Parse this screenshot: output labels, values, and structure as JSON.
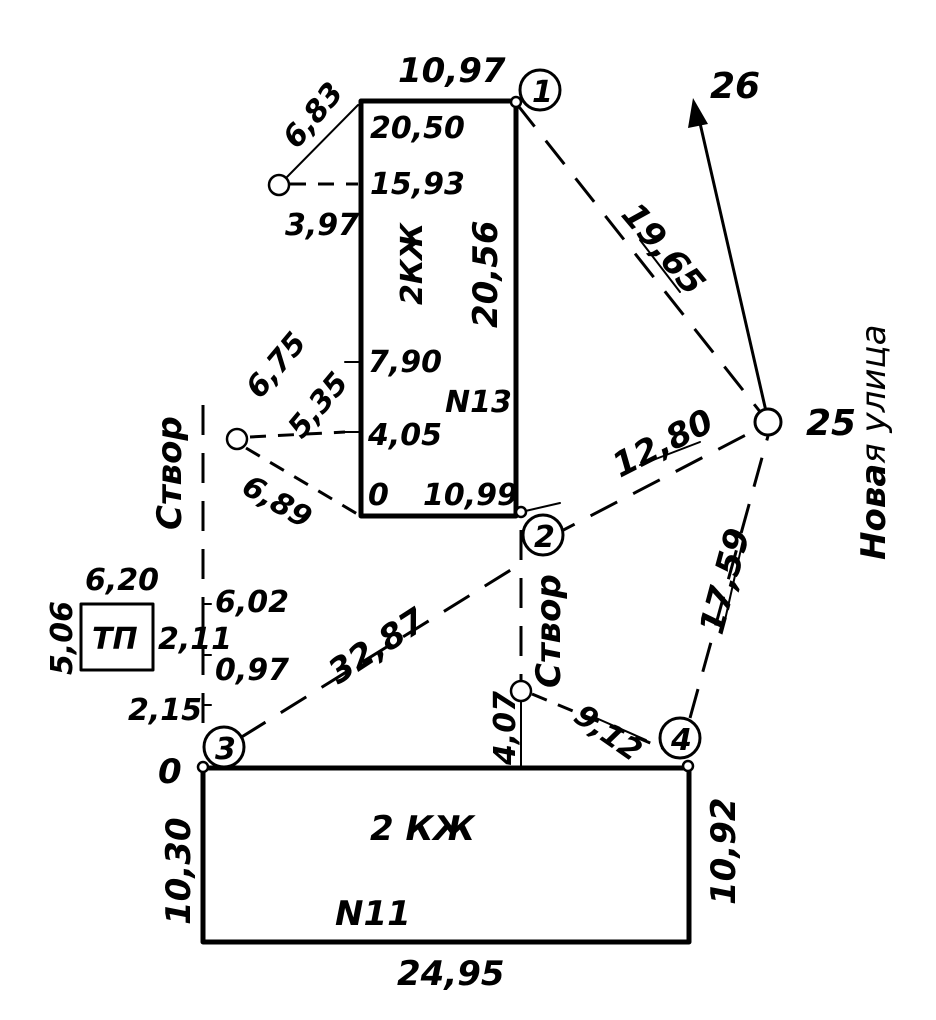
{
  "buildings": {
    "upper": {
      "type": "2КЖ",
      "number": "N13",
      "width": "10,97",
      "length": "20,56"
    },
    "lower": {
      "type": "2 КЖ",
      "number": "N11",
      "width_left": "10,30",
      "width_right": "10,92",
      "length": "24,95"
    },
    "tp": {
      "name": "ТП",
      "width": "6,20",
      "height": "5,06",
      "side": "2,11"
    }
  },
  "stations": {
    "p1": "1",
    "p2": "2",
    "p3": "3",
    "p4": "4",
    "p25": "25",
    "p26": "26"
  },
  "distances": {
    "d_1_25": "19,65",
    "d_2_25": "12,80",
    "d_3_2": "32,87",
    "d_4_25": "17,59",
    "d_stvor_4": "9,12",
    "d_stvor_bldg": "4,07"
  },
  "upper_marks": {
    "m_2050": "20,50",
    "m_1593": "15,93",
    "m_683": "6,83",
    "m_397": "3,97",
    "m_790": "7,90",
    "m_675": "6,75",
    "m_535": "5,35",
    "m_405": "4,05",
    "m_689": "6,89",
    "m_0": "0",
    "m_1099": "10,99"
  },
  "left_marks": {
    "m_602": "6,02",
    "m_097": "0,97",
    "m_215": "2,15",
    "m_0": "0"
  },
  "labels": {
    "stvor_left": "Створ",
    "stvor_mid": "Створ",
    "street": "Новая улица",
    "street_bold": "Нова",
    "street_rest": "я улица"
  }
}
